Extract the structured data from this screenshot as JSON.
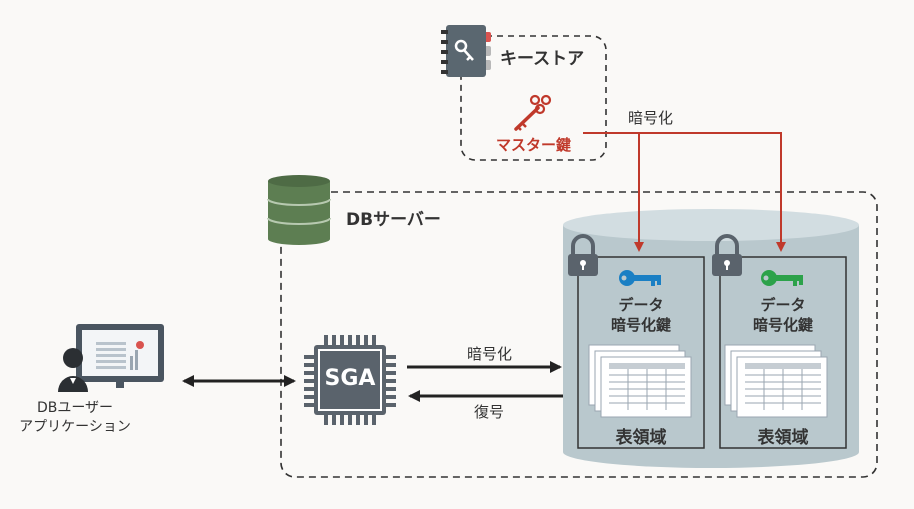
{
  "keystore": {
    "title": "キーストア",
    "master_key": "マスター鍵"
  },
  "server": {
    "title": "DBサーバー"
  },
  "client": {
    "label_line1": "DBユーザー",
    "label_line2": "アプリケーション"
  },
  "sga": {
    "label": "SGA"
  },
  "arrows": {
    "encrypt_top": "暗号化",
    "encrypt_mid": "暗号化",
    "decrypt": "復号"
  },
  "tablespaces": [
    {
      "key_line1": "データ",
      "key_line2": "暗号化鍵",
      "name": "表領域",
      "key_color": "#1a7fc4"
    },
    {
      "key_line1": "データ",
      "key_line2": "暗号化鍵",
      "name": "表領域",
      "key_color": "#2ca24a"
    }
  ],
  "colors": {
    "accent_red": "#c0392b",
    "cylinder": "#b9c8cd",
    "db_icon": "#5d7e52"
  }
}
